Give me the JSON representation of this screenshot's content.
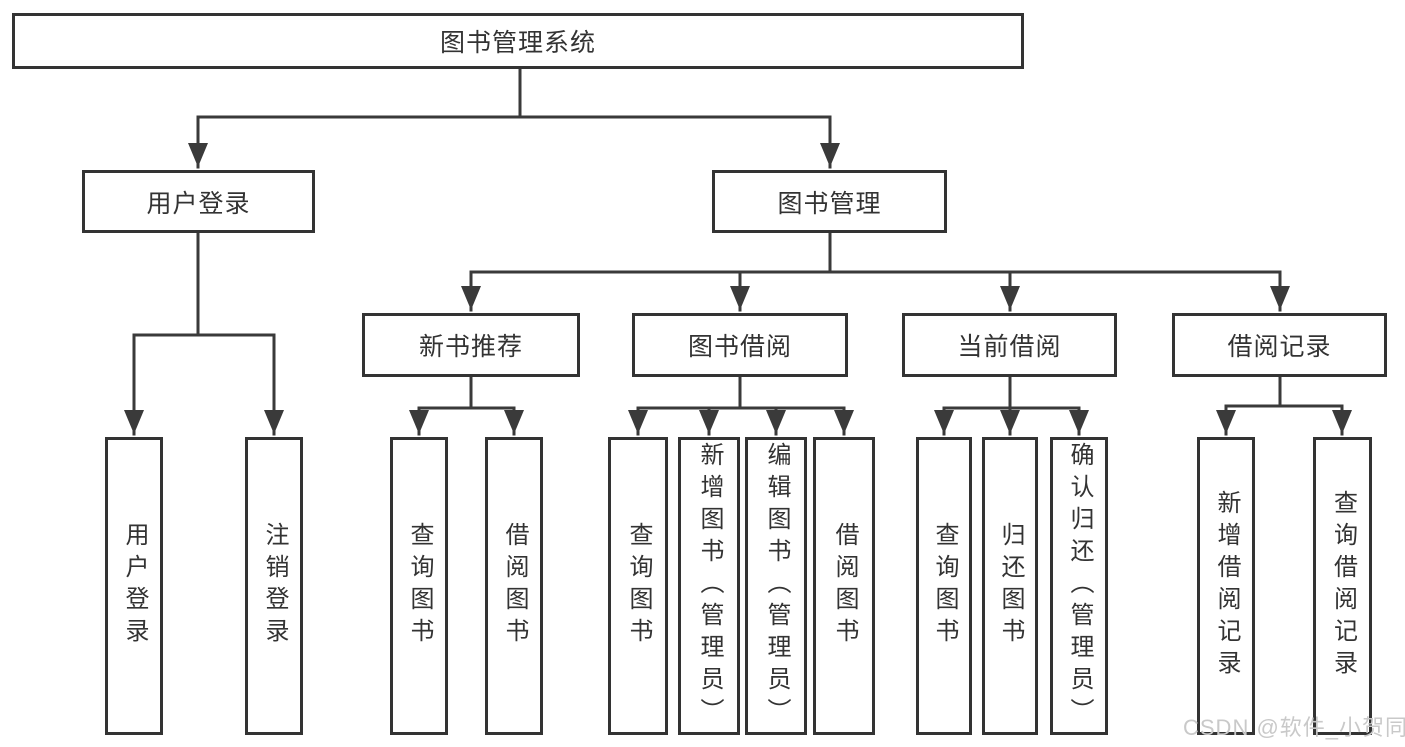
{
  "diagram": {
    "type": "hierarchy-tree",
    "watermark": "CSDN @软件_小贺同学",
    "colors": {
      "background": "#ffffff",
      "box_border": "#333333",
      "box_fill": "#ffffff",
      "line": "#3a3a3a",
      "text": "#333333",
      "watermark_text": "#c9c9c9"
    },
    "tree": {
      "label": "图书管理系统",
      "children": [
        {
          "label": "用户登录",
          "children": [
            {
              "label": "用户登录"
            },
            {
              "label": "注销登录"
            }
          ]
        },
        {
          "label": "图书管理",
          "children": [
            {
              "label": "新书推荐",
              "children": [
                {
                  "label": "查询图书"
                },
                {
                  "label": "借阅图书"
                }
              ]
            },
            {
              "label": "图书借阅",
              "children": [
                {
                  "label": "查询图书"
                },
                {
                  "label": "新增图书（管理员）"
                },
                {
                  "label": "编辑图书（管理员）"
                },
                {
                  "label": "借阅图书"
                }
              ]
            },
            {
              "label": "当前借阅",
              "children": [
                {
                  "label": "查询图书"
                },
                {
                  "label": "归还图书"
                },
                {
                  "label": "确认归还（管理员）"
                }
              ]
            },
            {
              "label": "借阅记录",
              "children": [
                {
                  "label": "新增借阅记录"
                },
                {
                  "label": "查询借阅记录"
                }
              ]
            }
          ]
        }
      ]
    }
  }
}
